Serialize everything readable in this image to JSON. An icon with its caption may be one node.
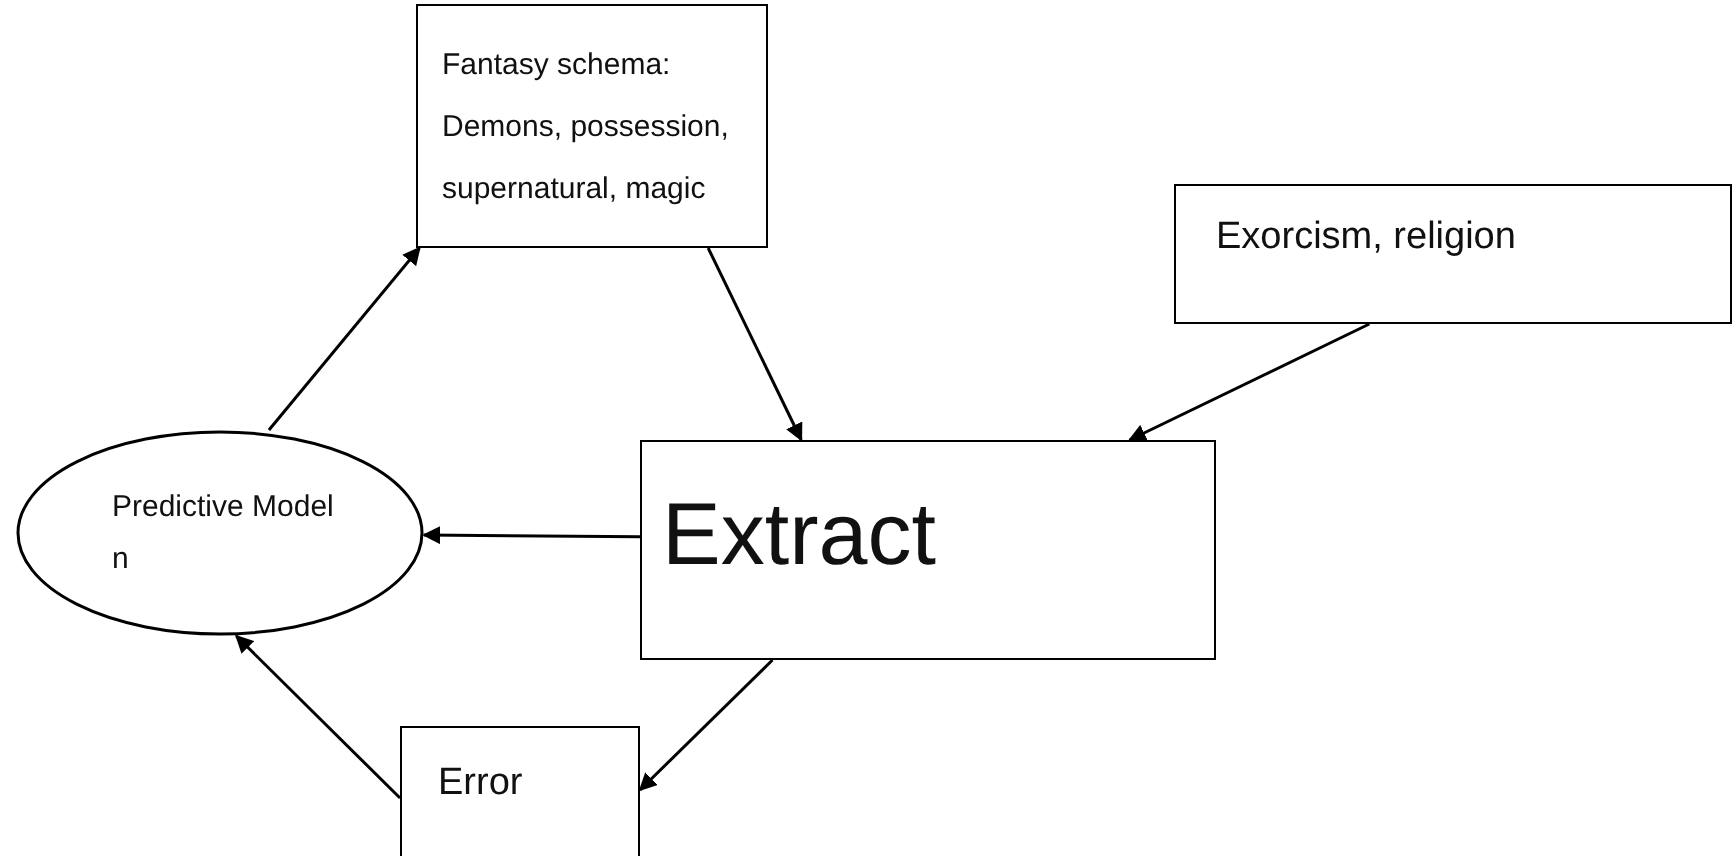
{
  "diagram": {
    "nodes": [
      {
        "text": [
          "Fantasy schema: Demons, possession, supernatural, magic"
        ]
      },
      {
        "text": [
          "Exorcism, religion"
        ]
      },
      {
        "text": [
          "Predictive Model n"
        ]
      },
      {
        "text": [
          "Extract"
        ]
      },
      {
        "text": [
          "Error"
        ]
      }
    ],
    "edges": [
      {
        "from": 2,
        "to": 0,
        "arrow": "to"
      },
      {
        "from": 0,
        "to": 3,
        "arrow": "to"
      },
      {
        "from": 1,
        "to": 3,
        "arrow": "to"
      },
      {
        "from": 3,
        "to": 2,
        "arrow": "to"
      },
      {
        "from": 3,
        "to": 4,
        "arrow": "to"
      },
      {
        "from": 4,
        "to": 2,
        "arrow": "to"
      }
    ]
  }
}
